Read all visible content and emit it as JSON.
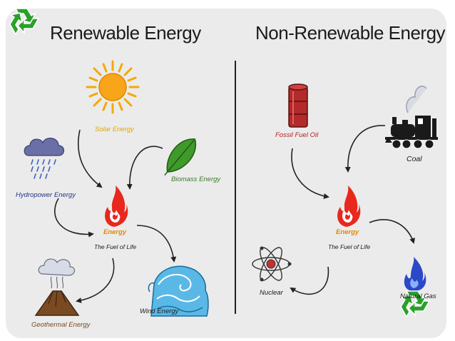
{
  "titles": {
    "renewable": "Renewable Energy",
    "non_renewable": "Non-Renewable Energy"
  },
  "renewable": {
    "center": {
      "label": "Energy",
      "sublabel": "The Fuel of Life"
    },
    "sources": [
      "Solar Energy",
      "Biomass Energy",
      "Hydropower Energy",
      "Wind Energy",
      "Geothermal Energy"
    ]
  },
  "non_renewable": {
    "center": {
      "label": "Energy",
      "sublabel": "The Fuel of Life"
    },
    "sources": [
      "Fossil Fuel Oil",
      "Coal",
      "Nuclear",
      "Natural Gas"
    ]
  },
  "icons": [
    "recycle-icon",
    "sun-icon",
    "leaf-icon",
    "rain-cloud-icon",
    "waves-icon",
    "volcano-icon",
    "flame-icon",
    "oil-barrel-icon",
    "locomotive-icon",
    "atom-icon",
    "gas-flame-icon"
  ],
  "colors": {
    "panel": "#ebebeb",
    "heading": "#1a1a1a",
    "solar_label": "#e0a400",
    "biomass_label": "#3c7a2a",
    "hydro_label": "#24348a",
    "energy_label": "#e08a00",
    "fossil_label": "#b42020",
    "recycle": "#2aa02a"
  }
}
